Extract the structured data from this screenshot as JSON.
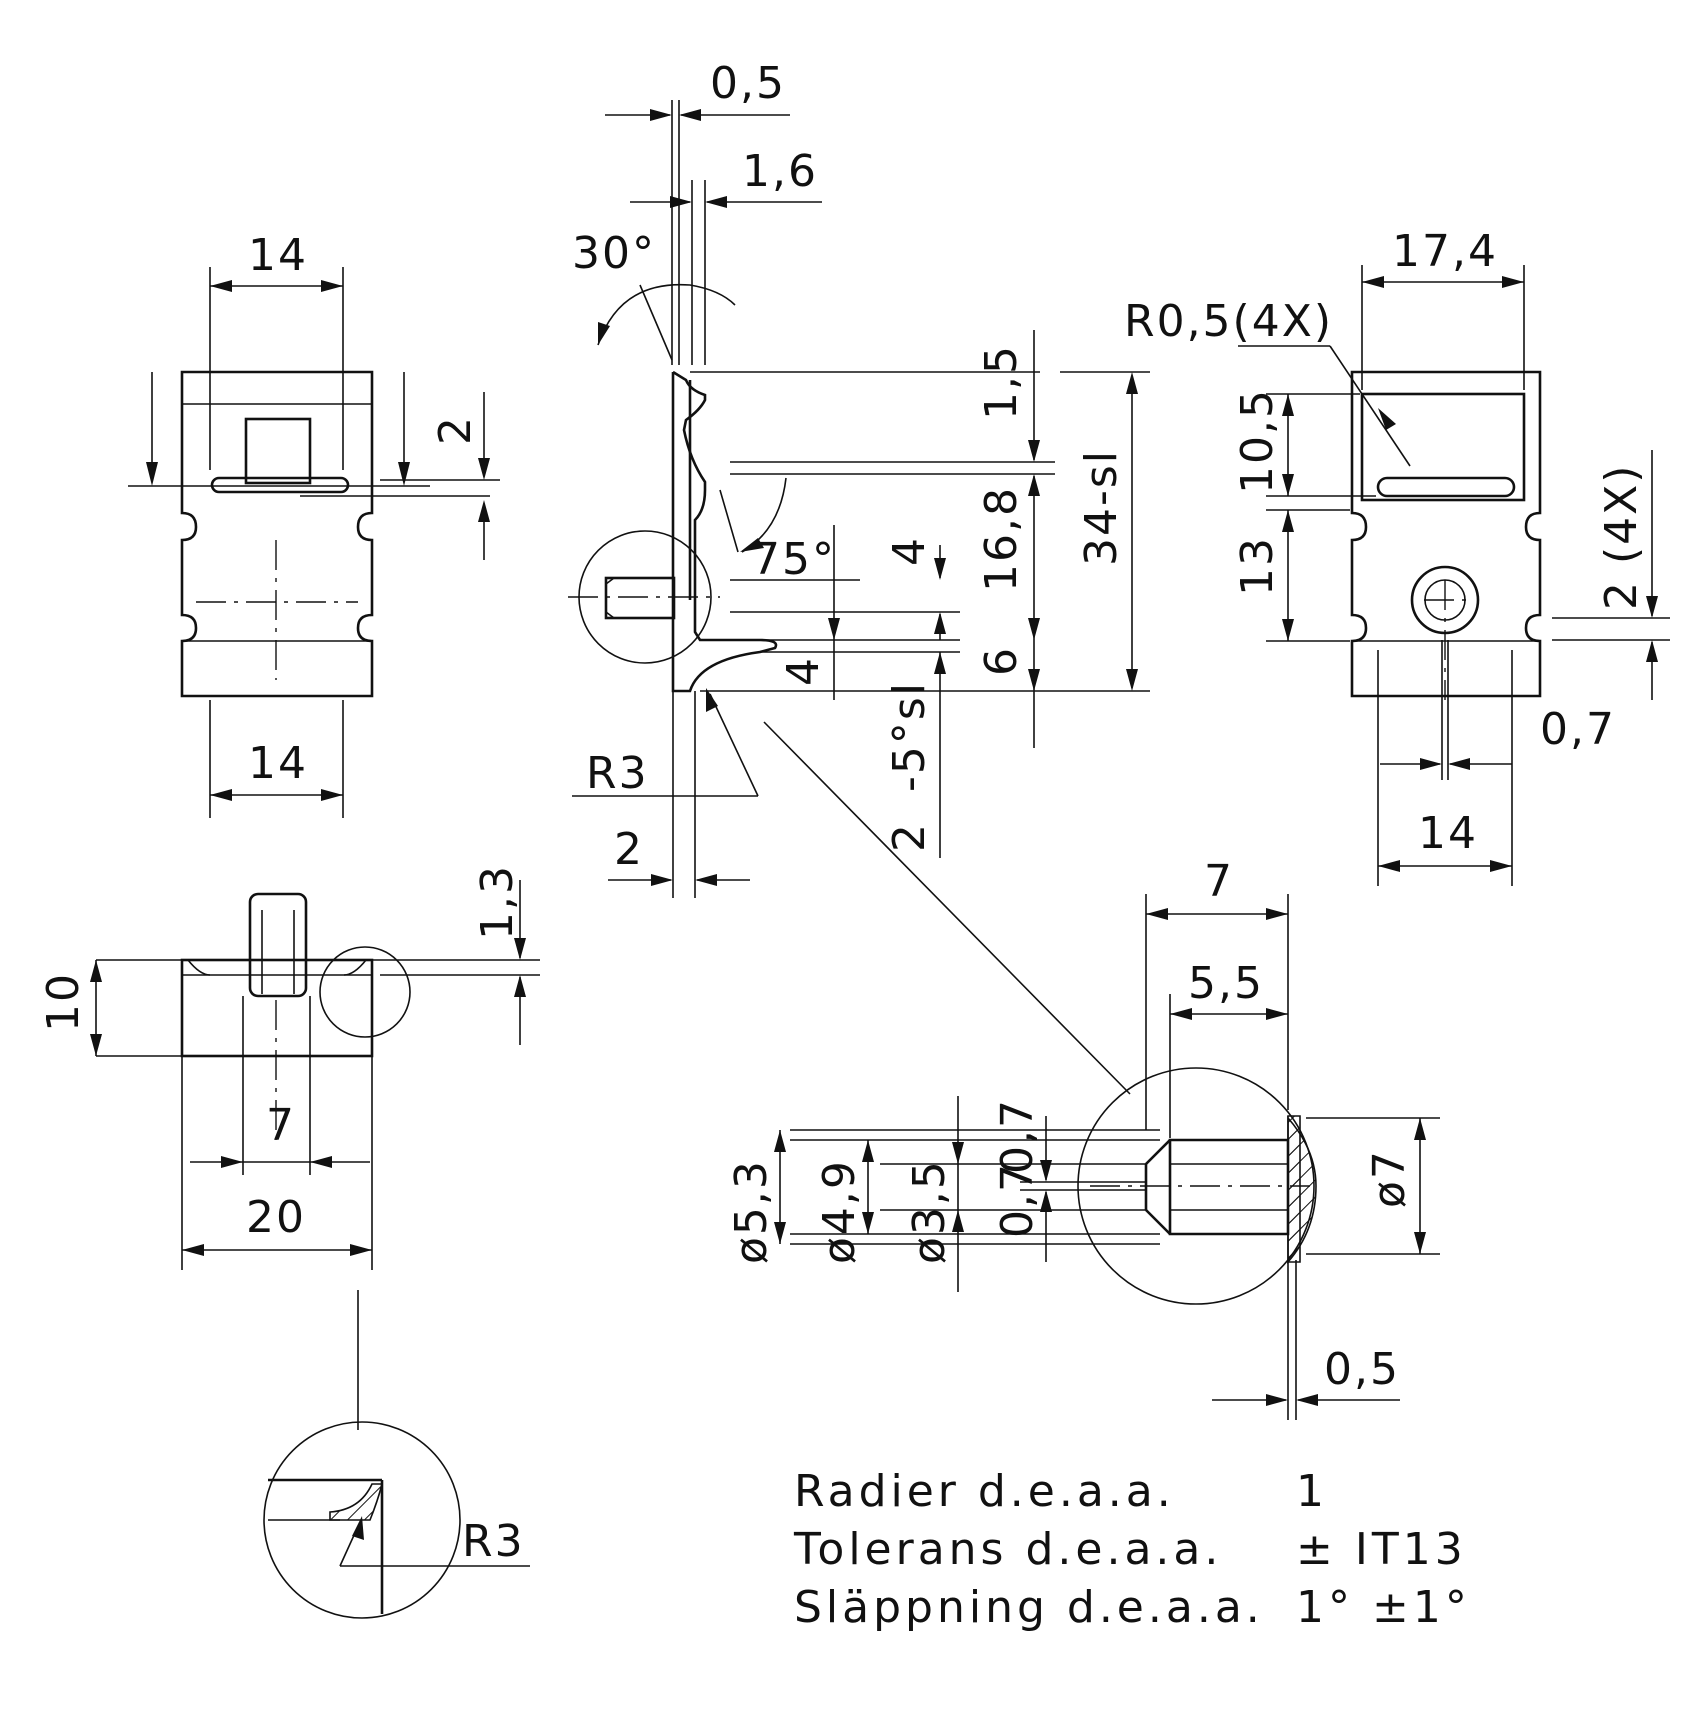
{
  "dimensions": {
    "top_a": "14",
    "top_b": "2",
    "top_c": "14",
    "bot_a": "1,3",
    "bot_b": "10",
    "bot_c": "7",
    "bot_d": "20",
    "side_a": "0,5",
    "side_b": "1,6",
    "side_c": "30°",
    "side_d": "1,5",
    "side_e": "34-sl",
    "side_f": "16,8",
    "side_g": "75°",
    "side_h": "4",
    "side_i": "6",
    "side_j": "4",
    "side_k": "-5°sl",
    "side_l": "R3",
    "side_m": "2",
    "side_n": "2",
    "right_a": "17,4",
    "right_b": "R0,5(4X)",
    "right_c": "10,5",
    "right_d": "13",
    "right_e": "2 (4X)",
    "right_f": "0,7",
    "right_g": "14",
    "detail_a": "7",
    "detail_b": "5,5",
    "detail_c": "ø5,3",
    "detail_d": "ø4,9",
    "detail_e": "ø3,5",
    "detail_f": "0,7",
    "detail_g": "0,7",
    "detail_h": "ø7",
    "detail_i": "0,5",
    "small_detail_radius": "R3"
  },
  "notes": [
    {
      "label": "Radier d.e.a.a.",
      "value": "1"
    },
    {
      "label": "Tolerans d.e.a.a.",
      "value": "± IT13"
    },
    {
      "label": "Släppning d.e.a.a.",
      "value": "1° ±1°"
    }
  ]
}
